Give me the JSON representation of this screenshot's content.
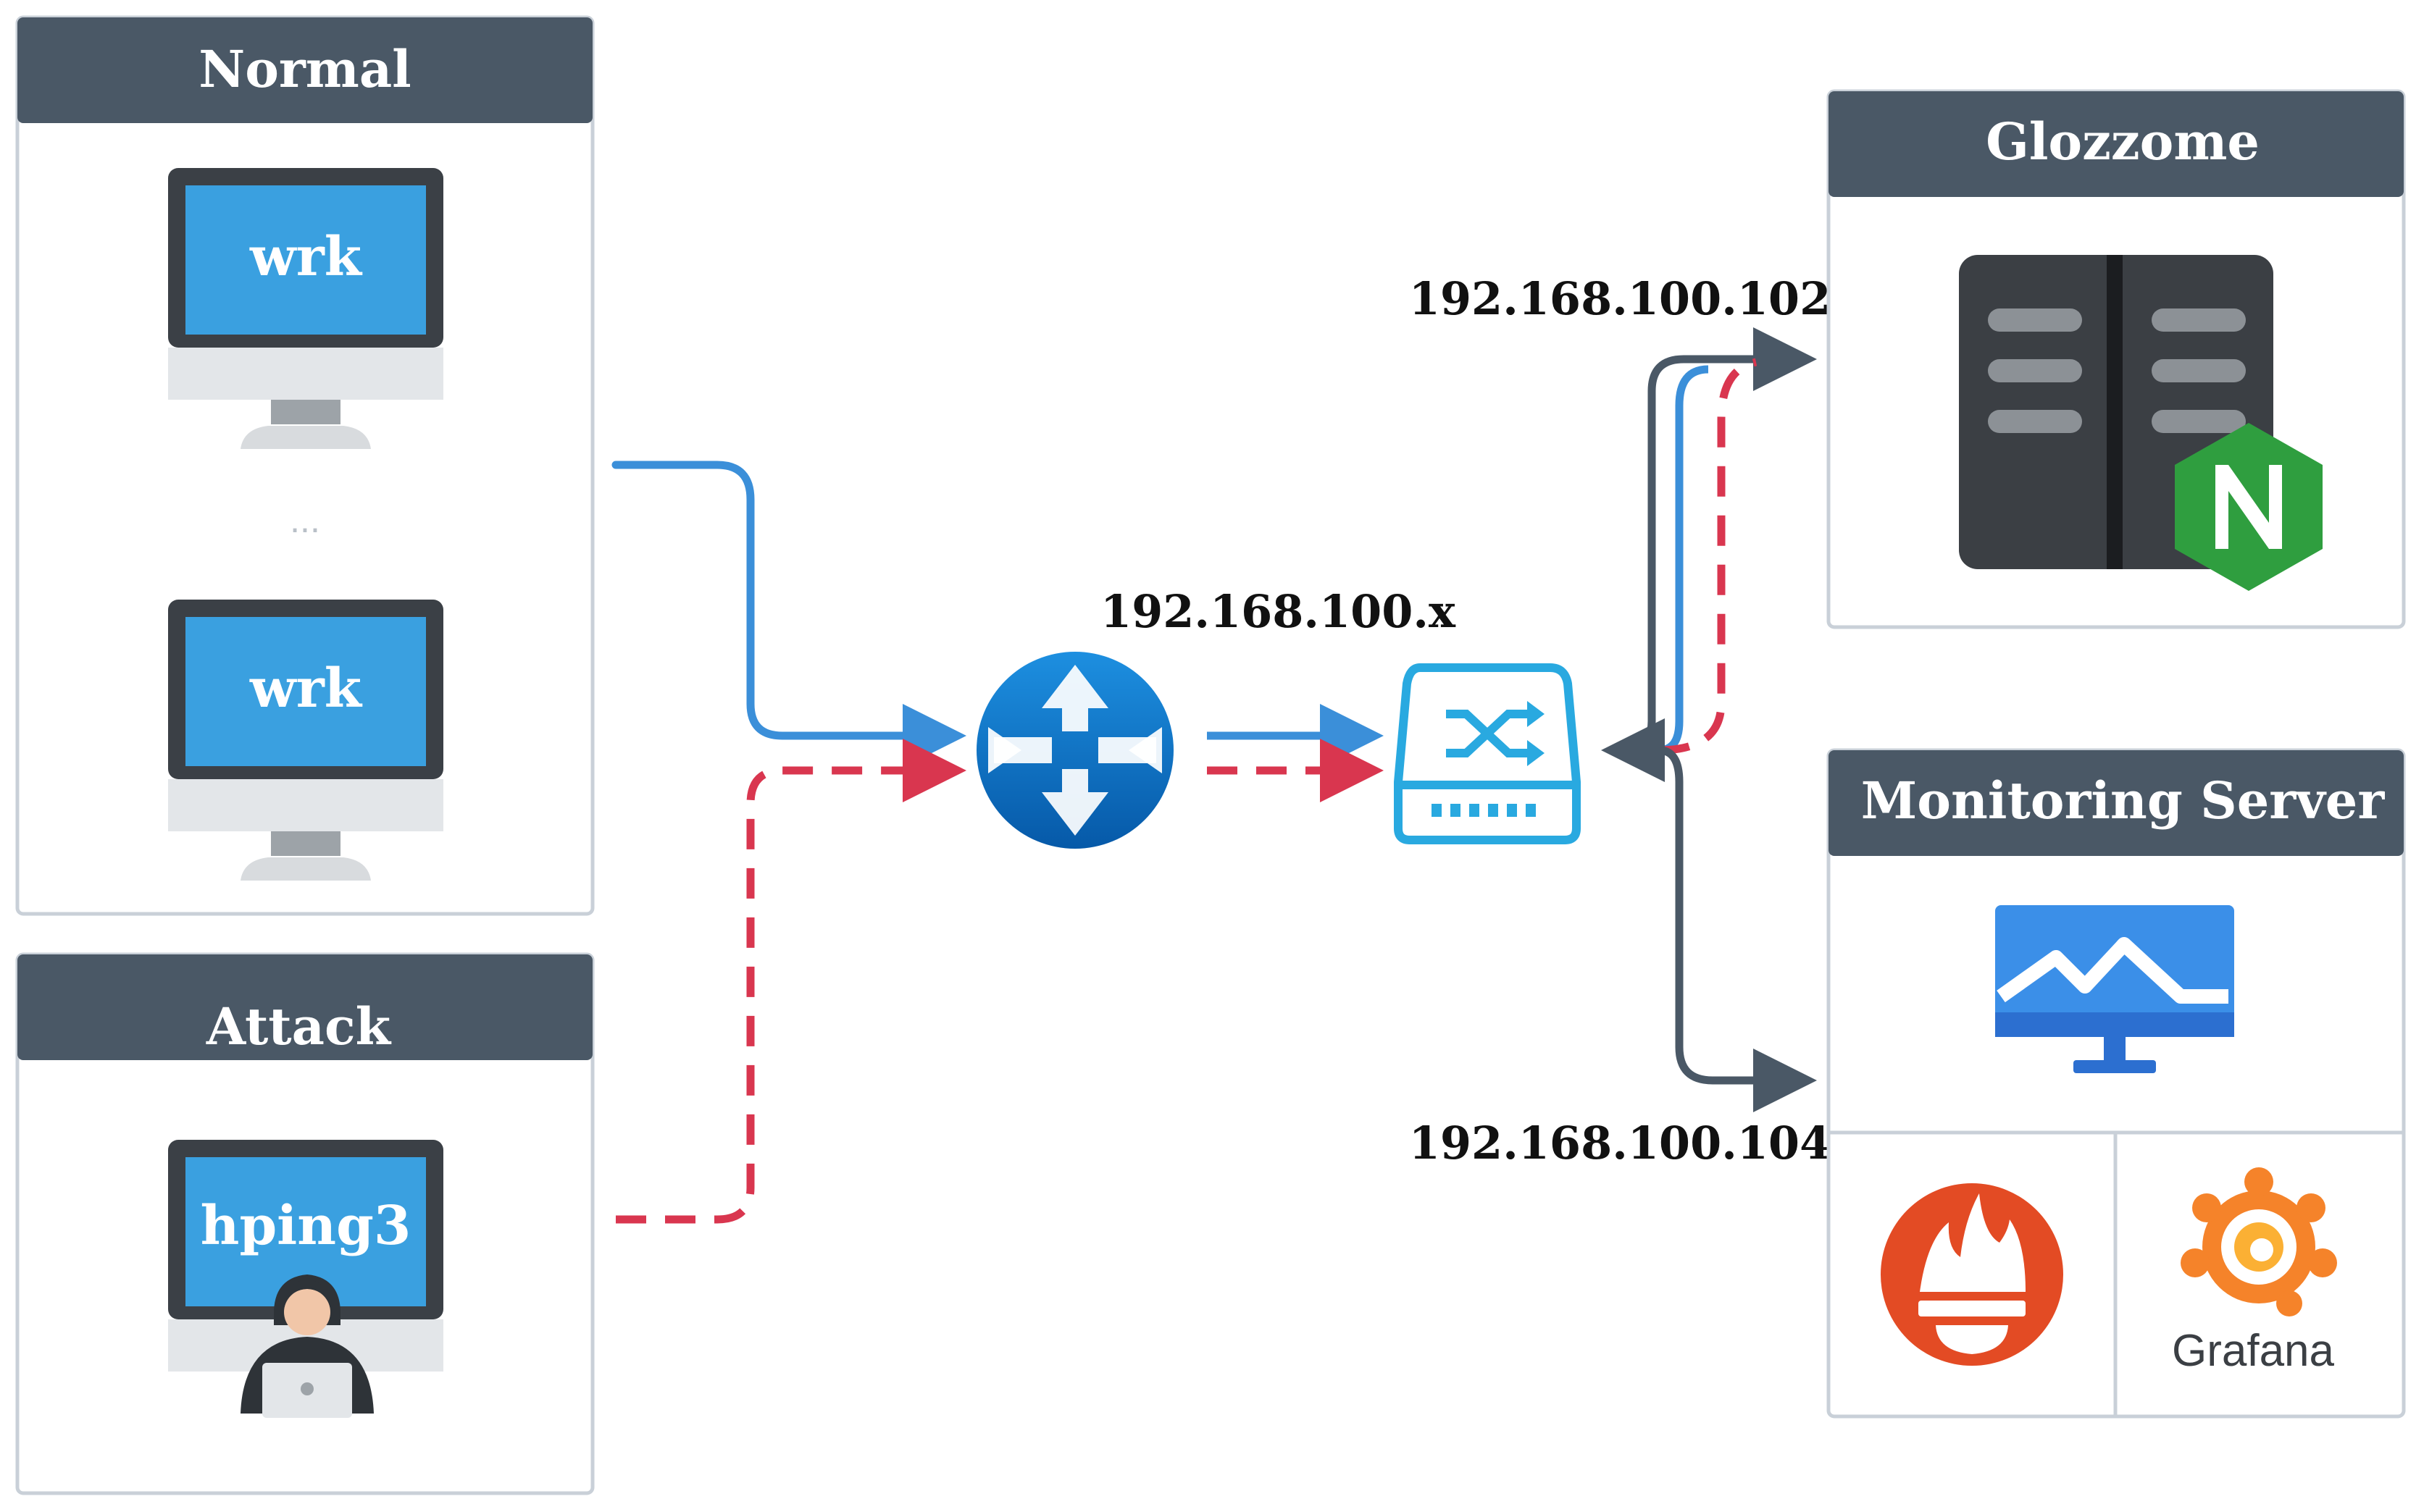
{
  "groups": {
    "normal": {
      "title": "Normal",
      "hosts": [
        "wrk",
        "wrk"
      ],
      "ellipsis": "..."
    },
    "attack": {
      "title": "Attack",
      "host": "hping3"
    },
    "glozzome": {
      "title": "Glozzome"
    },
    "monitoring": {
      "title": "Monitoring Server",
      "grafana_label": "Grafana"
    }
  },
  "addresses": {
    "subnet": "192.168.100.x",
    "glozzome_ip": "192.168.100.102",
    "monitoring_ip": "192.168.100.104"
  },
  "colors": {
    "header": "#4a5866",
    "screen": "#3aa0e0",
    "normal_flow": "#3b8fd9",
    "attack_flow": "#d9364f",
    "return_flow": "#4a5866",
    "router": "#0a6cc4",
    "switch": "#29a9e0",
    "nginx": "#2f9e3f",
    "prometheus": "#e34b24",
    "grafana": "#f5832a"
  },
  "icons": [
    "monitor-icon",
    "hacker-icon",
    "router-icon",
    "switch-icon",
    "server-rack-icon",
    "nginx-icon",
    "monitoring-monitor-icon",
    "prometheus-icon",
    "grafana-icon"
  ]
}
